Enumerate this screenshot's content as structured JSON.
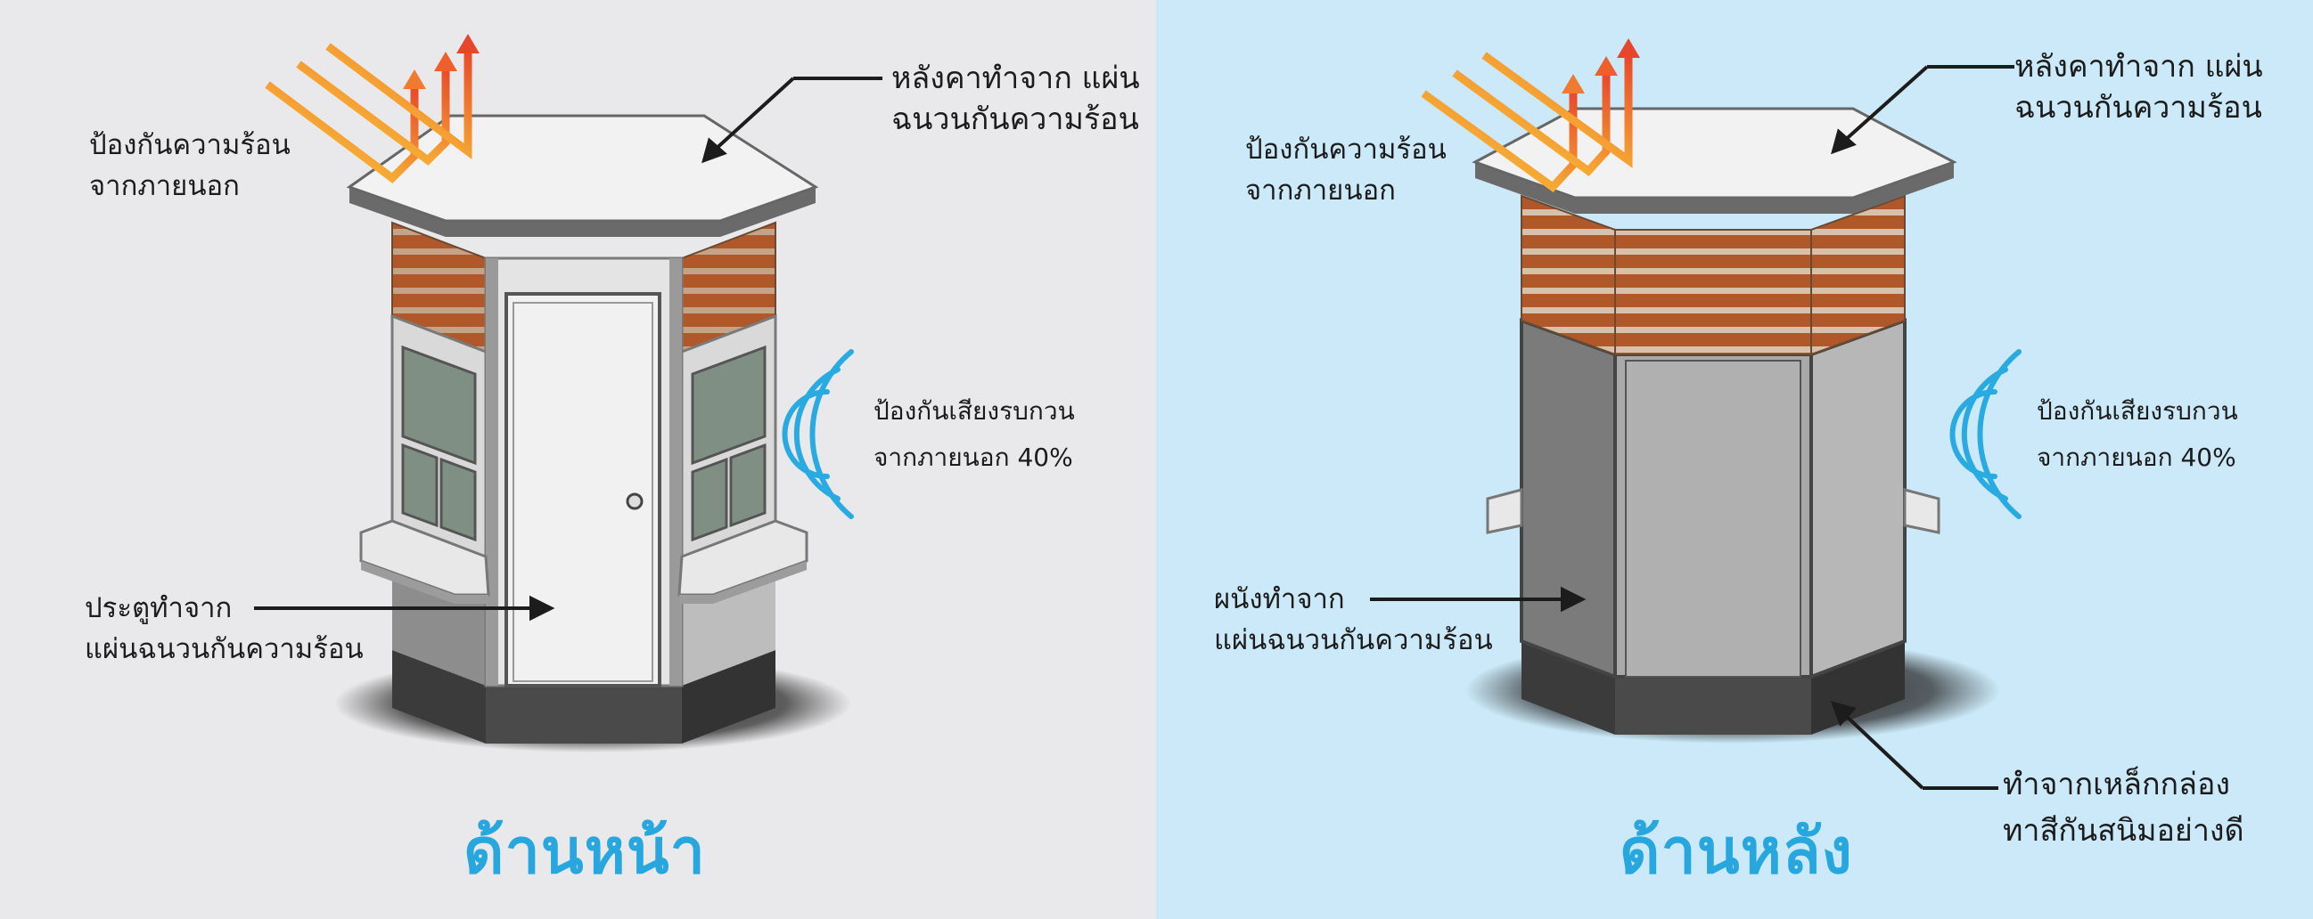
{
  "front": {
    "title": "ด้านหน้า",
    "label_heat_line1": "ป้องกันความร้อน",
    "label_heat_line2": "จากภายนอก",
    "label_roof_line1": "หลังคาทำจาก แผ่น",
    "label_roof_line2": "ฉนวนกันความร้อน",
    "label_sound_line1": "ป้องกันเสียงรบกวน",
    "label_sound_line2": "จากภายนอก 40%",
    "label_door_line1": "ประตูทำจาก",
    "label_door_line2": "แผ่นฉนวนกันความร้อน"
  },
  "back": {
    "title": "ด้านหลัง",
    "label_heat_line1": "ป้องกันความร้อน",
    "label_heat_line2": "จากภายนอก",
    "label_roof_line1": "หลังคาทำจาก แผ่น",
    "label_roof_line2": "ฉนวนกันความร้อน",
    "label_sound_line1": "ป้องกันเสียงรบกวน",
    "label_sound_line2": "จากภายนอก 40%",
    "label_wall_line1": "ผนังทำจาก",
    "label_wall_line2": "แผ่นฉนวนกันความร้อน",
    "label_frame_line1": "ทำจากเหล็กกล่อง",
    "label_frame_line2": "ทาสีกันสนิมอย่างดี"
  },
  "colors": {
    "front_background": "#e9e9eb",
    "back_background": "#cbe9f8",
    "title_blue": "#27a7de",
    "sound_wave_blue": "#29abe2",
    "wood_slat": "#b0582a",
    "heat_ray_start": "#f7e23a",
    "heat_ray_end": "#e8462a"
  }
}
